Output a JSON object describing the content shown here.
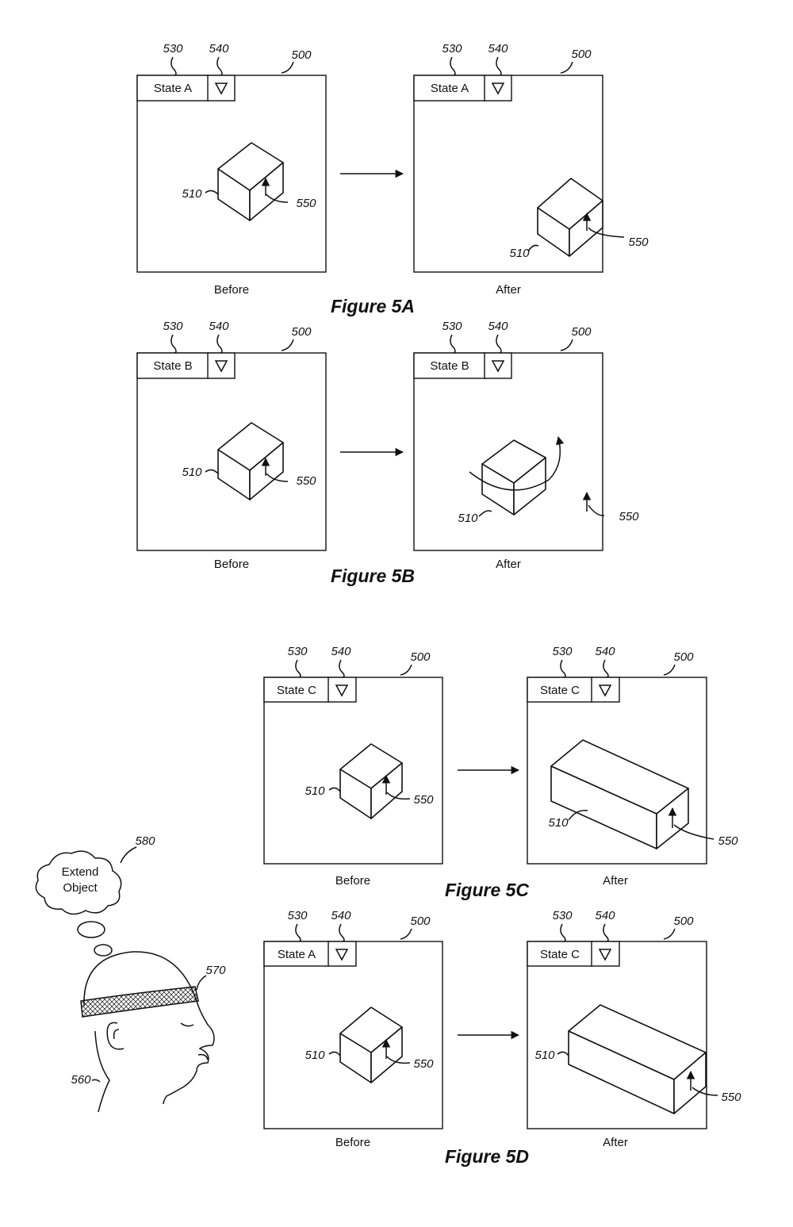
{
  "labels": {
    "window": "500",
    "object": "510",
    "state_field": "530",
    "dropdown": "540",
    "anchor": "550",
    "user": "560",
    "headband": "570",
    "thought": "580"
  },
  "dropdown_icon": "triangle-down-icon",
  "captions": {
    "before": "Before",
    "after": "After"
  },
  "figures": [
    {
      "title": "Figure 5A",
      "before_state": "State A",
      "after_state": "State A"
    },
    {
      "title": "Figure 5B",
      "before_state": "State B",
      "after_state": "State B"
    },
    {
      "title": "Figure 5C",
      "before_state": "State C",
      "after_state": "State C"
    },
    {
      "title": "Figure 5D",
      "before_state": "State A",
      "after_state": "State C"
    }
  ],
  "thought_bubble": {
    "line1": "Extend",
    "line2": "Object"
  }
}
